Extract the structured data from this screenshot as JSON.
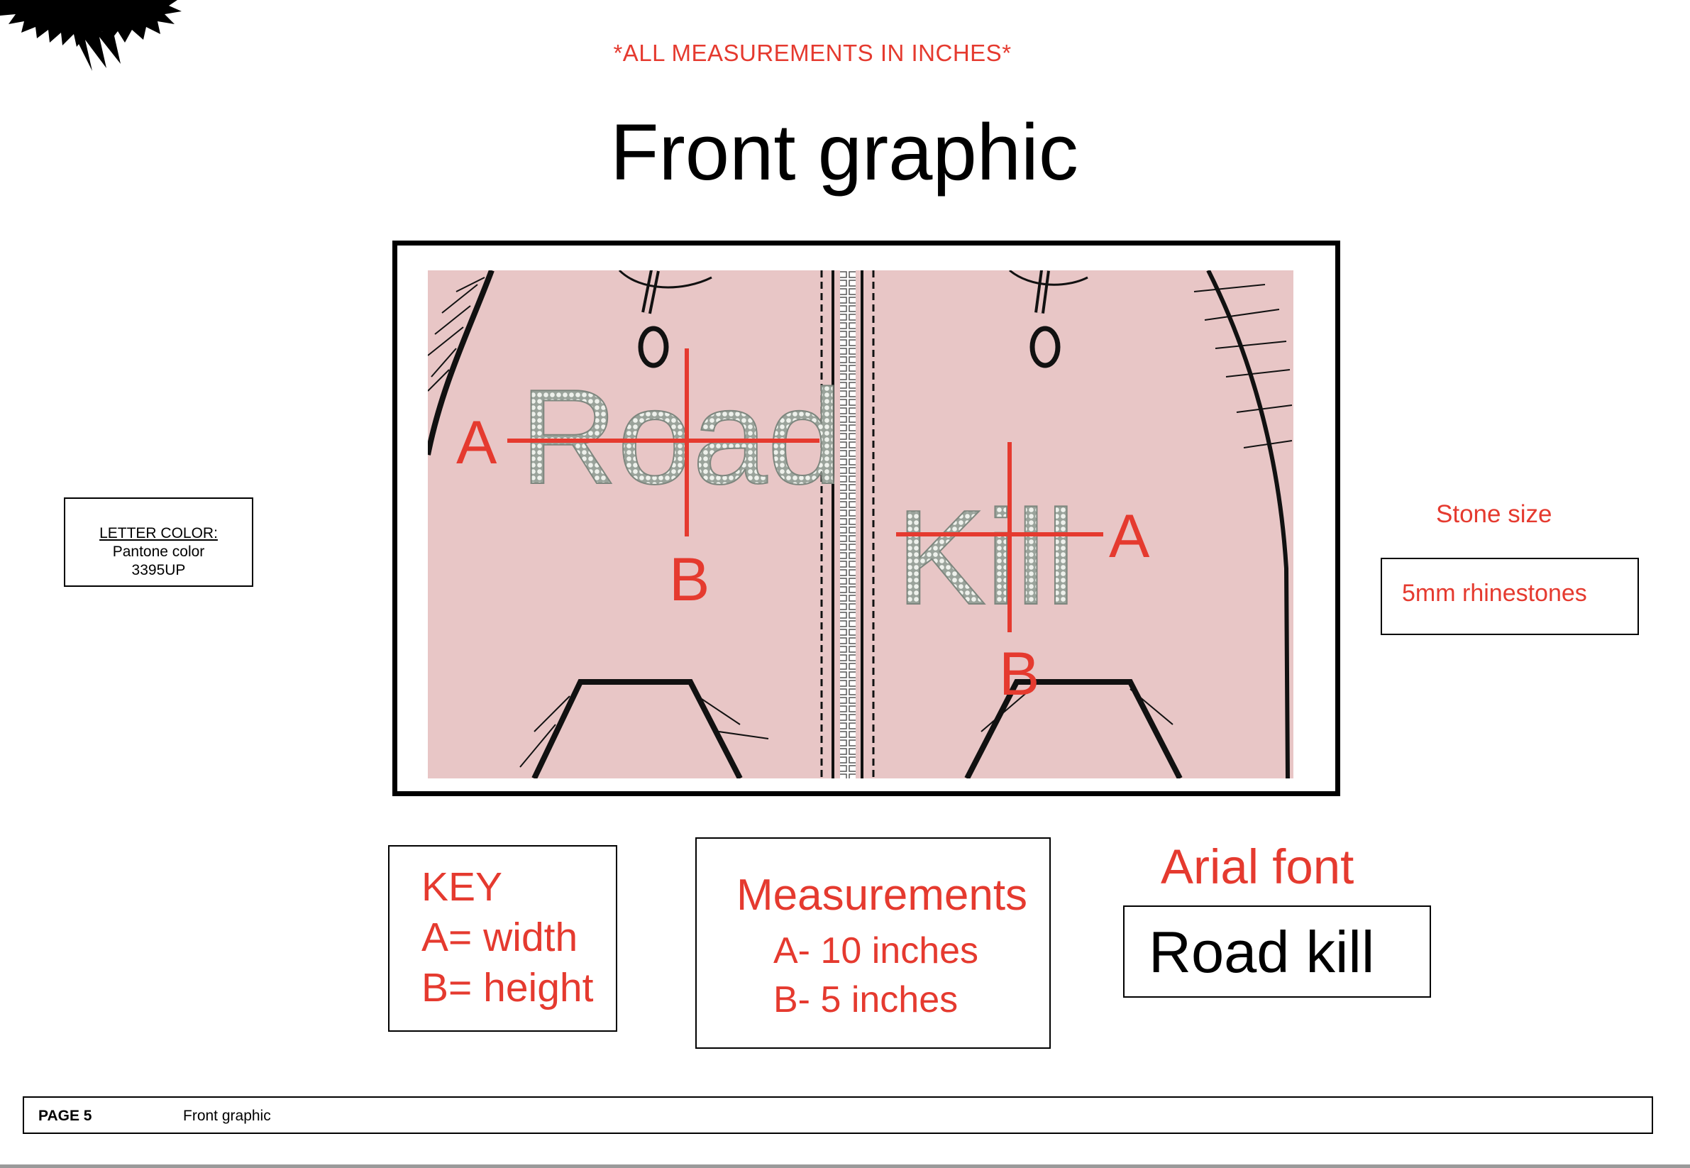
{
  "header": {
    "measure_note": "*ALL MEASUREMENTS IN INCHES*",
    "title": "Front graphic"
  },
  "artwork": {
    "word_left": "Road",
    "word_right": "Kill",
    "marker_a": "A",
    "marker_b": "B",
    "background_color": "#e8c6c6",
    "marker_color": "#e53a2f"
  },
  "letter_color": {
    "heading": "LETTER COLOR:",
    "line1": "Pantone color",
    "line2": "3395UP"
  },
  "stone": {
    "label": "Stone size",
    "value": "5mm rhinestones"
  },
  "key": {
    "title": "KEY",
    "a": "A= width",
    "b": "B= height"
  },
  "measurements": {
    "title": "Measurements",
    "a": "A- 10 inches",
    "b": "B- 5 inches"
  },
  "font": {
    "label": "Arial font",
    "sample": "Road kill"
  },
  "footer": {
    "page": "PAGE 5",
    "title": "Front graphic"
  }
}
